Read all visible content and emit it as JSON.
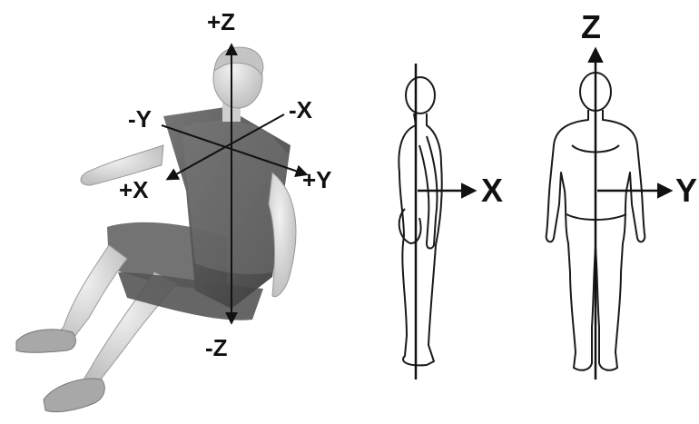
{
  "left_panel": {
    "axis_labels": {
      "pos_z": "+Z",
      "neg_z": "-Z",
      "neg_y": "-Y",
      "neg_x": "-X",
      "pos_x": "+X",
      "pos_y": "+Y"
    }
  },
  "right_panel": {
    "axis_labels": {
      "z": "Z",
      "x": "X",
      "y": "Y"
    }
  },
  "colors": {
    "seat": "#4a4a4a",
    "seat_light": "#8a8a8a",
    "skin": "#d9d9d9",
    "outline": "#1a1a1a"
  }
}
